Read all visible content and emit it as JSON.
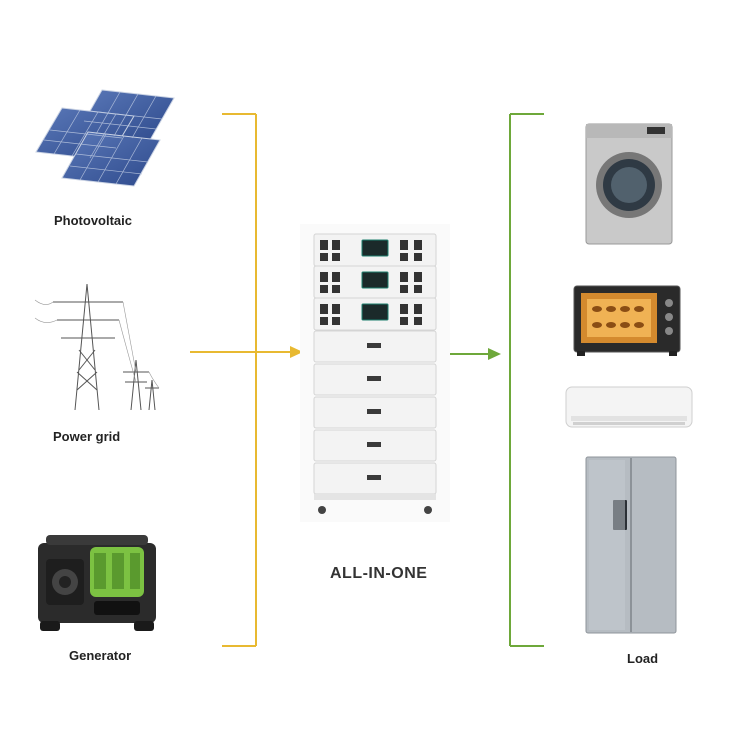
{
  "sources": [
    {
      "label": "Photovoltaic",
      "icon": "solar-panel-icon"
    },
    {
      "label": "Power grid",
      "icon": "power-tower-icon"
    },
    {
      "label": "Generator",
      "icon": "generator-icon"
    }
  ],
  "center": {
    "label": "ALL-IN-ONE",
    "icon": "battery-stack-icon"
  },
  "load": {
    "label": "Load",
    "appliances": [
      "washing-machine-icon",
      "oven-icon",
      "air-conditioner-icon",
      "refrigerator-icon"
    ]
  },
  "colors": {
    "source_bracket": "#e8b931",
    "load_bracket": "#6ea83a",
    "text": "#222222"
  }
}
